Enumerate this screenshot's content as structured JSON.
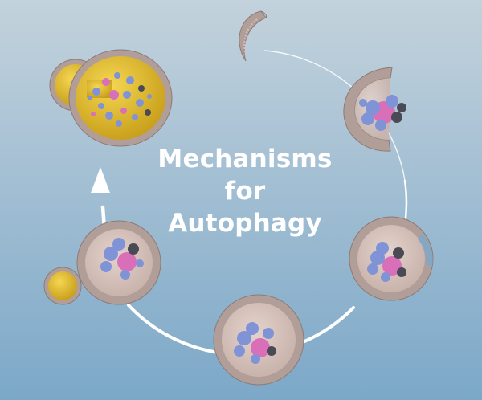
{
  "diagram": {
    "title_lines": [
      "Mechanisms",
      "for",
      "Autophagy"
    ]
  },
  "colors": {
    "background_top": "#c3d2dc",
    "background_bottom": "#7ca8c8",
    "membrane": "#b29e98",
    "membrane_inner": "#ccb9b3",
    "cytoplasm": "#d7c4bd",
    "lysosome": "#e6c23a",
    "lysosome_dark": "#b8941a",
    "protein_blue": "#7f93d6",
    "protein_pink": "#d86fb8",
    "protein_dark": "#4a4a55",
    "cycle_arrow": "#ffffff"
  }
}
